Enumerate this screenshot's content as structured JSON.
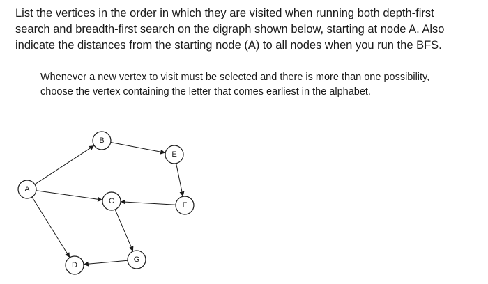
{
  "question": {
    "lines": [
      "List the vertices in the order in which they are visited when running both depth-first",
      "search and breadth-first search on the digraph shown below, starting at node A.  Also",
      "indicate the distances from the starting node (A) to all nodes when you run the BFS."
    ]
  },
  "note": {
    "lines": [
      "Whenever a new vertex to visit must be selected and there is more than one possibility,",
      "choose the vertex containing the letter that comes earliest in the alphabet."
    ]
  },
  "graph": {
    "nodes": [
      {
        "id": "A",
        "label": "A"
      },
      {
        "id": "B",
        "label": "B"
      },
      {
        "id": "C",
        "label": "C"
      },
      {
        "id": "D",
        "label": "D"
      },
      {
        "id": "E",
        "label": "E"
      },
      {
        "id": "F",
        "label": "F"
      },
      {
        "id": "G",
        "label": "G"
      }
    ],
    "edges": [
      {
        "from": "A",
        "to": "B"
      },
      {
        "from": "A",
        "to": "C"
      },
      {
        "from": "A",
        "to": "D"
      },
      {
        "from": "B",
        "to": "E"
      },
      {
        "from": "E",
        "to": "F"
      },
      {
        "from": "F",
        "to": "C"
      },
      {
        "from": "C",
        "to": "G"
      },
      {
        "from": "G",
        "to": "D"
      }
    ],
    "colors": {
      "stroke": "#1a1a1a",
      "fill": "#ffffff"
    }
  }
}
